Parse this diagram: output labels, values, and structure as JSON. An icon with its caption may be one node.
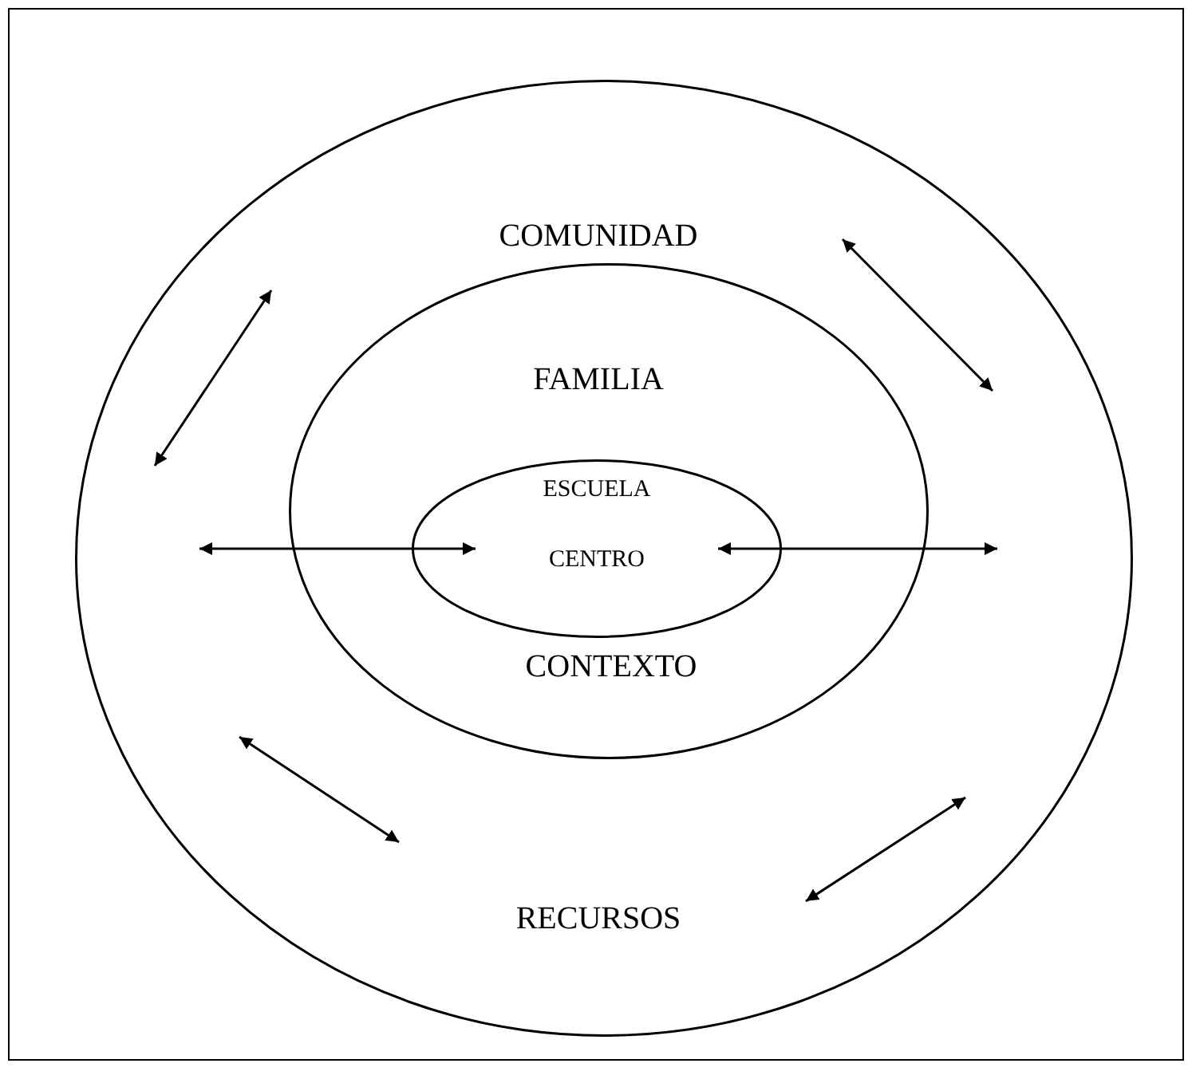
{
  "diagram": {
    "nodes": [
      {
        "text": [
          "COMUNIDAD",
          "RECURSOS"
        ]
      },
      {
        "text": [
          "FAMILIA",
          "CONTEXTO"
        ],
        "in": 0
      },
      {
        "text": [
          "ESCUELA",
          "CENTRO"
        ],
        "in": 1
      }
    ],
    "edges": [
      {
        "from": 2,
        "to": null,
        "arrow": "both"
      },
      {
        "from": 2,
        "to": null,
        "arrow": "both"
      }
    ]
  }
}
